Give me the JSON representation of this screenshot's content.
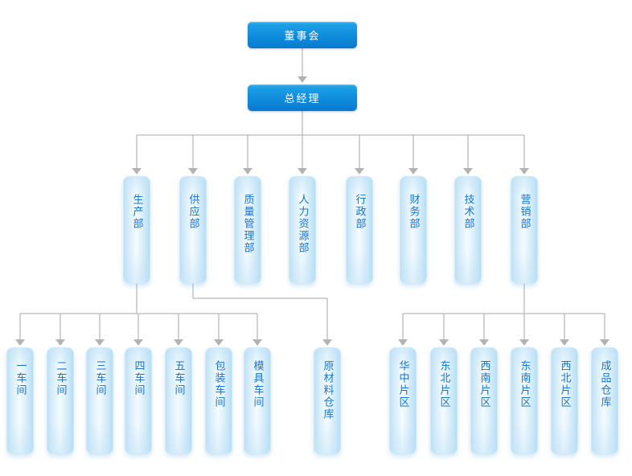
{
  "org": {
    "root": {
      "label": "董事会"
    },
    "general_manager": {
      "label": "总经理"
    },
    "departments": [
      {
        "label": "生产部"
      },
      {
        "label": "供应部"
      },
      {
        "label": "质量管理部"
      },
      {
        "label": "人力资源部"
      },
      {
        "label": "行政部"
      },
      {
        "label": "财务部"
      },
      {
        "label": "技术部"
      },
      {
        "label": "营销部"
      }
    ],
    "production_units": [
      {
        "label": "一车间"
      },
      {
        "label": "二车间"
      },
      {
        "label": "三车间"
      },
      {
        "label": "四车间"
      },
      {
        "label": "五车间"
      },
      {
        "label": "包装车间"
      },
      {
        "label": "模具车间"
      }
    ],
    "supply_units": [
      {
        "label": "原材料仓库"
      }
    ],
    "marketing_units": [
      {
        "label": "华中片区"
      },
      {
        "label": "东北片区"
      },
      {
        "label": "西南片区"
      },
      {
        "label": "东南片区"
      },
      {
        "label": "西北片区"
      },
      {
        "label": "成品仓库"
      }
    ],
    "colors": {
      "executive_box_top": "#2fa9e9",
      "executive_box_bottom": "#0a7ed2",
      "executive_text": "#ffffff",
      "pill_edge": "#bfe1f5",
      "pill_center": "#f4fbfe",
      "pill_text": "#1a73cd",
      "connector_line": "#b9b9b9",
      "connector_arrow": "#b3b3b3"
    }
  }
}
